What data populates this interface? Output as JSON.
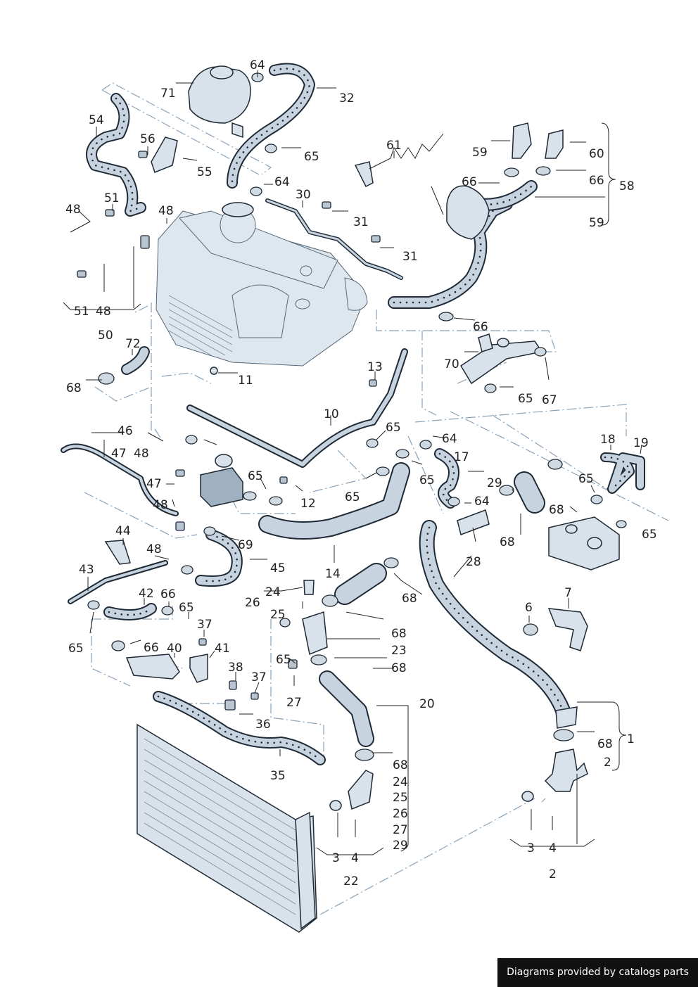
{
  "footer": {
    "text": "Diagrams provided by catalogs parts"
  },
  "callouts": {
    "c64a": "64",
    "c71": "71",
    "c32": "32",
    "c54": "54",
    "c56": "56",
    "c65a": "65",
    "c55": "55",
    "c64b": "64",
    "c61": "61",
    "c59a": "59",
    "c60": "60",
    "c66a": "66",
    "c66b": "66",
    "c58": "58",
    "c59b": "59",
    "c30": "30",
    "c31a": "31",
    "c31b": "31",
    "c51a": "51",
    "c48a": "48",
    "c48b": "48",
    "c51b": "51",
    "c48c": "48",
    "c50": "50",
    "c72": "72",
    "c68a": "68",
    "c11": "11",
    "c66c": "66",
    "c70": "70",
    "c13": "13",
    "c67": "67",
    "c65b": "65",
    "c10": "10",
    "c65c": "65",
    "c64c": "64",
    "c46": "46",
    "c47a": "47",
    "c48d": "48",
    "c17": "17",
    "c18": "18",
    "c19": "19",
    "c65d": "65",
    "c65e": "65",
    "c29": "29",
    "c47b": "47",
    "c65f": "65",
    "c12": "12",
    "c65g": "65",
    "c64d": "64",
    "c48e": "48",
    "c68b": "68",
    "c68c": "68",
    "c65h": "65",
    "c44": "44",
    "c48f": "48",
    "c69": "69",
    "c14": "14",
    "c28": "28",
    "c43": "43",
    "c45": "45",
    "c24": "24",
    "c68d": "68",
    "c7": "7",
    "c42": "42",
    "c66d": "66",
    "c26": "26",
    "c65i": "65",
    "c6": "6",
    "c25": "25",
    "c68e": "68",
    "c37a": "37",
    "c65j": "65",
    "c23": "23",
    "c66e": "66",
    "c40": "40",
    "c41": "41",
    "c65k": "65",
    "c68f": "68",
    "c38": "38",
    "c37b": "37",
    "c27": "27",
    "c20": "20",
    "c36": "36",
    "c1": "1",
    "c68g": "68",
    "c2a": "2",
    "c35": "35",
    "c68h": "68",
    "c24b": "24",
    "c25b": "25",
    "c26b": "26",
    "c27b": "27",
    "c29b": "29",
    "c3a": "3",
    "c4a": "4",
    "c3b": "3",
    "c4b": "4",
    "c22": "22",
    "c2b": "2"
  }
}
